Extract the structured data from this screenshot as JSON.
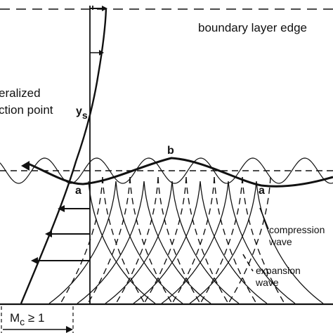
{
  "labels": {
    "boundary_layer_edge": "boundary layer edge",
    "generalized_inflection_line1": "eralized",
    "generalized_inflection_line2": "ction point",
    "y_symbol": "y",
    "y_subscript": "s",
    "point_b": "b",
    "point_a_left": "a",
    "point_a_right": "a",
    "compression_line1": "compression",
    "compression_line2": "wave",
    "expansion_line1": "expansion",
    "expansion_line2": "wave",
    "mach_label_main": "M",
    "mach_label_sub": "c",
    "mach_label_rest": " ≥ 1"
  },
  "colors": {
    "ink": "#111111",
    "background": "#ffffff"
  }
}
